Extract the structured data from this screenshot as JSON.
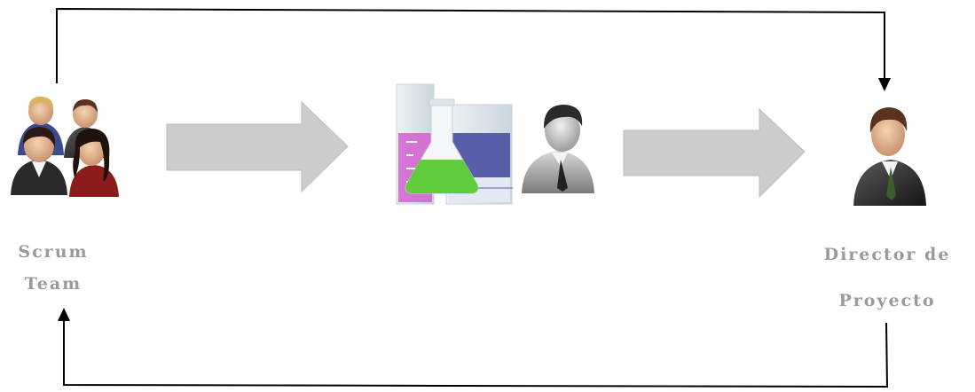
{
  "nodes": {
    "scrum_team": {
      "label_lines": [
        "Scrum",
        "Team"
      ]
    },
    "director": {
      "label_lines": [
        "Director de",
        "Proyecto"
      ]
    }
  },
  "icons": {
    "team": "team-icon",
    "lab": "lab-beakers-icon",
    "tester": "tester-person-icon",
    "manager": "manager-person-icon"
  },
  "colors": {
    "label_text": "#9a9a9a",
    "block_arrow": "#cccccc",
    "connector": "#000000",
    "liquid_pink": "#d45fd0",
    "liquid_green": "#5fcc3c",
    "liquid_blue": "#5a5ea8"
  }
}
